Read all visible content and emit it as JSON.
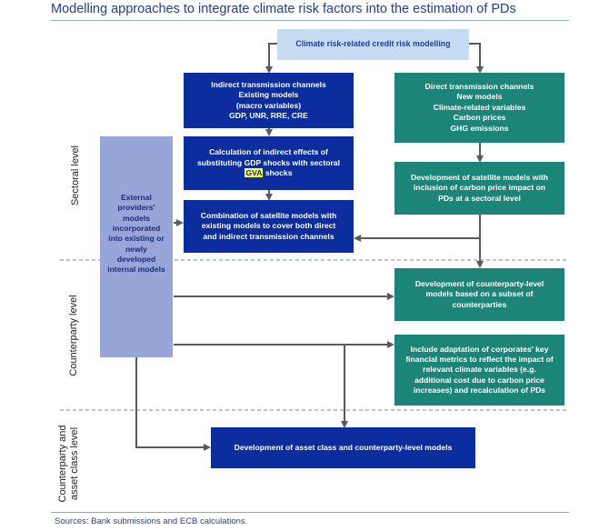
{
  "title": "Modelling approaches to integrate climate risk factors into the estimation of PDs",
  "levels": {
    "sectoral": "Sectoral level",
    "counterparty": "Counterparty level",
    "asset_class_line1": "Counterparty and",
    "asset_class_line2": "asset class level"
  },
  "boxes": {
    "top": "Climate risk-related credit risk modelling",
    "indirect": [
      "Indirect transmission channels",
      "Existing models",
      "(macro variables)",
      "GDP, UNR, RRE, CRE"
    ],
    "direct": [
      "Direct transmission channels",
      "New models",
      "Climate-related variables",
      "Carbon prices",
      "GHG emissions"
    ],
    "calc_line1": "Calculation of indirect effects of",
    "calc_line2": "substituting GDP shocks with sectoral",
    "calc_hl": "GVA",
    "calc_tail": " shocks",
    "satellite": [
      "Development of satellite models with",
      "inclusion of carbon price impact on",
      "PDs at a sectoral level"
    ],
    "combination": [
      "Combination of satellite models with",
      "existing models to cover both direct",
      "and indirect transmission channels"
    ],
    "external": [
      "External",
      "providers'",
      "models",
      "incorporated",
      "into existing or",
      "newly",
      "developed",
      "internal models"
    ],
    "counterparty_models": [
      "Development of counterparty-level",
      "models based on a subset of",
      "counterparties"
    ],
    "adaptation": [
      "Include adaptation of corporates' key",
      "financial metrics to reflect the impact of",
      "relevant climate variables (e.g.",
      "additional cost due to carbon price",
      "increases) and recalculation of PDs"
    ],
    "asset_class": "Development of asset class and counterparty-level models"
  },
  "source": "Sources: Bank submissions and ECB calculations.",
  "colors": {
    "dark_blue": "#0b2d9e",
    "teal": "#1d8578",
    "light_blue": "#c5dbf2",
    "purple_blue": "#97a5d9",
    "title_blue": "#1f3f96",
    "highlight": "#ffff33",
    "arrow_grey": "#5a5a5a"
  }
}
